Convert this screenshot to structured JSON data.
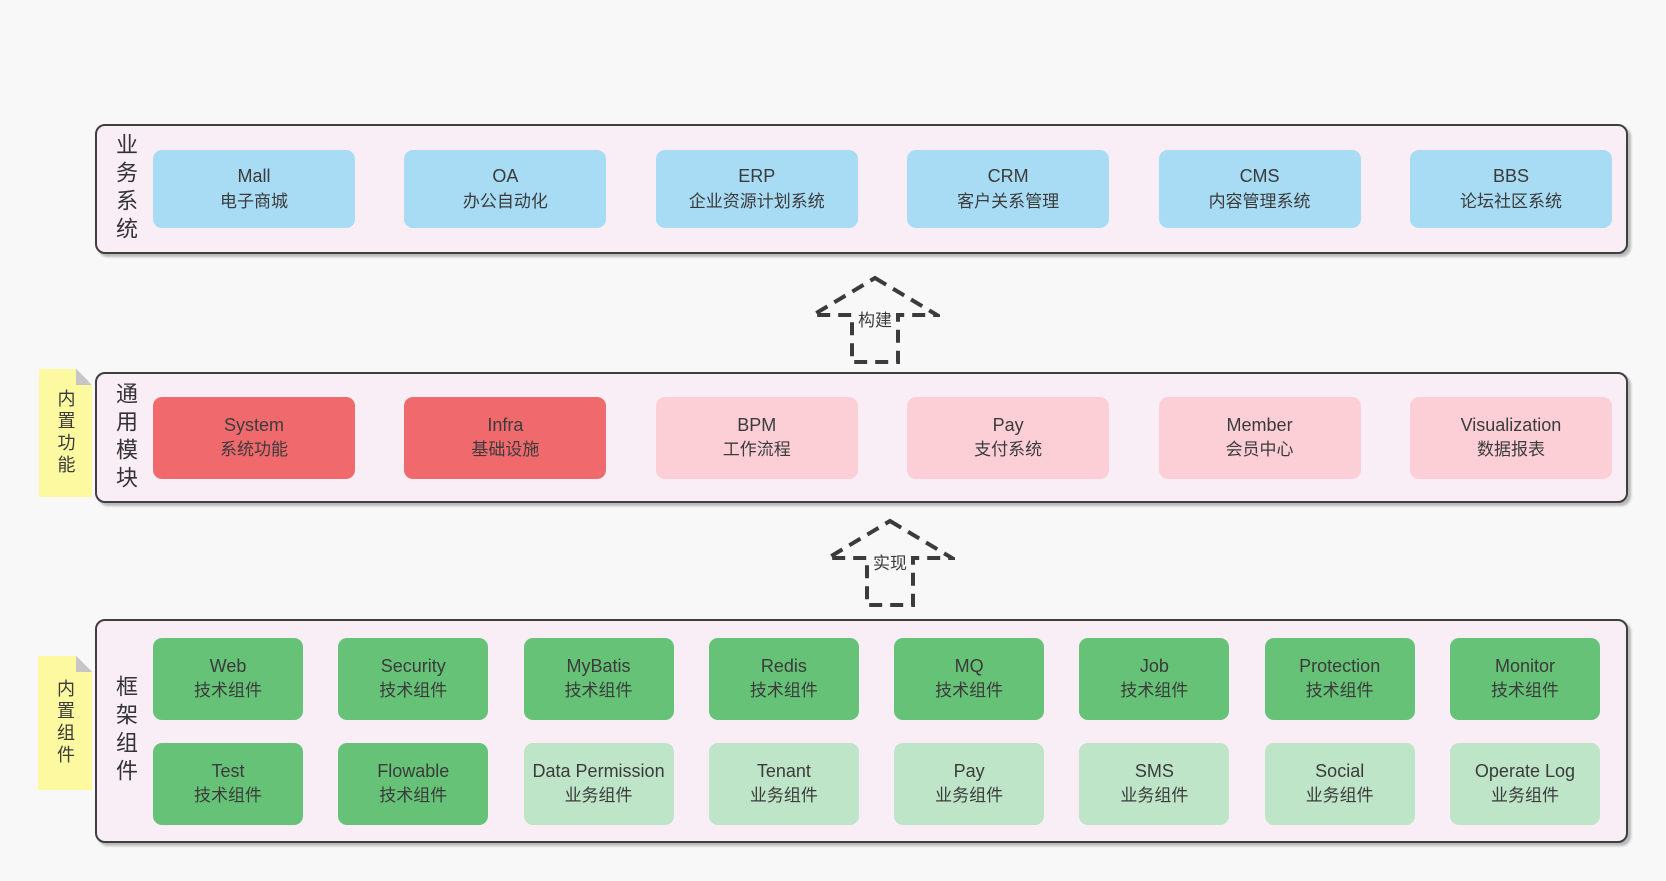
{
  "panels": [
    {
      "label": "业务系统",
      "boxes": [
        {
          "name": "Mall",
          "desc": "电子商城"
        },
        {
          "name": "OA",
          "desc": "办公自动化"
        },
        {
          "name": "ERP",
          "desc": "企业资源计划系统"
        },
        {
          "name": "CRM",
          "desc": "客户关系管理"
        },
        {
          "name": "CMS",
          "desc": "内容管理系统"
        },
        {
          "name": "BBS",
          "desc": "论坛社区系统"
        }
      ]
    },
    {
      "label": "通用模块",
      "sticky": "内置功能",
      "boxes": [
        {
          "name": "System",
          "desc": "系统功能"
        },
        {
          "name": "Infra",
          "desc": "基础设施"
        },
        {
          "name": "BPM",
          "desc": "工作流程"
        },
        {
          "name": "Pay",
          "desc": "支付系统"
        },
        {
          "name": "Member",
          "desc": "会员中心"
        },
        {
          "name": "Visualization",
          "desc": "数据报表"
        }
      ]
    },
    {
      "label": "框架组件",
      "sticky": "内置组件",
      "rows": [
        [
          {
            "name": "Web",
            "desc": "技术组件"
          },
          {
            "name": "Security",
            "desc": "技术组件"
          },
          {
            "name": "MyBatis",
            "desc": "技术组件"
          },
          {
            "name": "Redis",
            "desc": "技术组件"
          },
          {
            "name": "MQ",
            "desc": "技术组件"
          },
          {
            "name": "Job",
            "desc": "技术组件"
          },
          {
            "name": "Protection",
            "desc": "技术组件"
          },
          {
            "name": "Monitor",
            "desc": "技术组件"
          }
        ],
        [
          {
            "name": "Test",
            "desc": "技术组件"
          },
          {
            "name": "Flowable",
            "desc": "技术组件"
          },
          {
            "name": "Data Permission",
            "desc": "业务组件"
          },
          {
            "name": "Tenant",
            "desc": "业务组件"
          },
          {
            "name": "Pay",
            "desc": "业务组件"
          },
          {
            "name": "SMS",
            "desc": "业务组件"
          },
          {
            "name": "Social",
            "desc": "业务组件"
          },
          {
            "name": "Operate Log",
            "desc": "业务组件"
          }
        ]
      ]
    }
  ],
  "arrows": [
    {
      "label": "构建"
    },
    {
      "label": "实现"
    }
  ],
  "colors": {
    "page_bg": "#f8f8f8",
    "panel_bg": "#f9eef6",
    "panel_border": "#3f3f3f",
    "blue_box": "#a8dbf4",
    "red_box": "#f0696d",
    "pink_box": "#fccfd7",
    "green_box": "#65c276",
    "green_light_box": "#bee5c7",
    "sticky_yellow": "#fcf9a1",
    "fold_gray": "#c6c6c6",
    "text": "#3b3b3b"
  }
}
